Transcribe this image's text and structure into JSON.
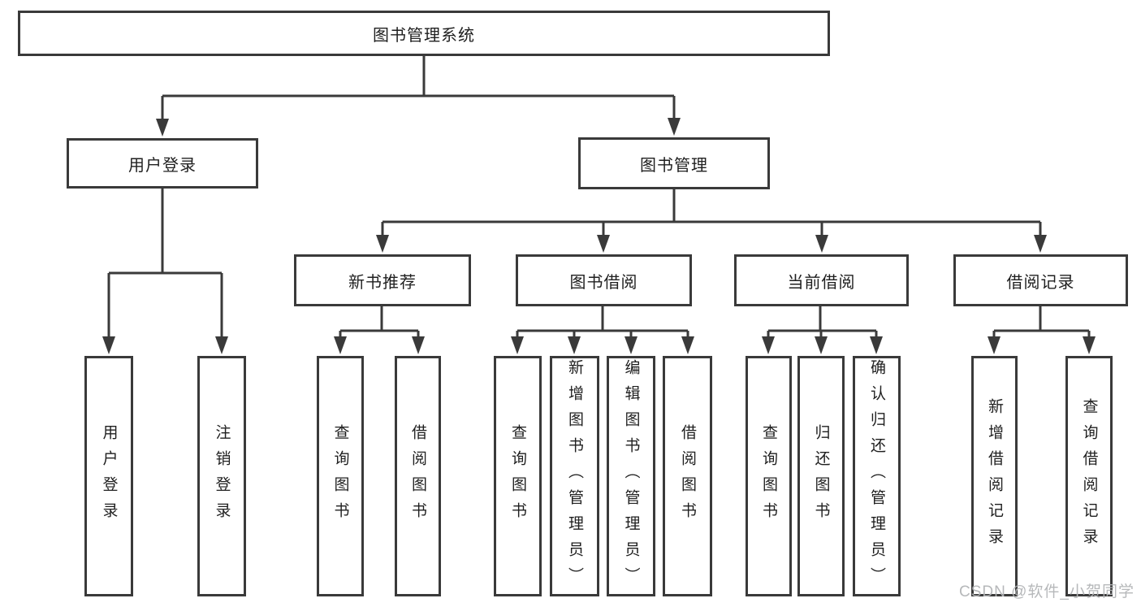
{
  "diagram": {
    "root": {
      "label": "图书管理系统"
    },
    "level2": [
      {
        "label": "用户登录"
      },
      {
        "label": "图书管理"
      }
    ],
    "level3": [
      {
        "label": "新书推荐"
      },
      {
        "label": "图书借阅"
      },
      {
        "label": "当前借阅"
      },
      {
        "label": "借阅记录"
      }
    ],
    "leaves": {
      "user_login": [
        {
          "label": "用户登录"
        },
        {
          "label": "注销登录"
        }
      ],
      "new_book": [
        {
          "label": "查询图书"
        },
        {
          "label": "借阅图书"
        }
      ],
      "book_borrow": [
        {
          "label": "查询图书"
        },
        {
          "label": "新增图书（管理员）"
        },
        {
          "label": "编辑图书（管理员）"
        },
        {
          "label": "借阅图书"
        }
      ],
      "current_borrow": [
        {
          "label": "查询图书"
        },
        {
          "label": "归还图书"
        },
        {
          "label": "确认归还（管理员）"
        }
      ],
      "borrow_records": [
        {
          "label": "新增借阅记录"
        },
        {
          "label": "查询借阅记录"
        }
      ]
    }
  },
  "watermark": {
    "text": "CSDN @软件_小贺同学"
  },
  "colors": {
    "line": "#3a3a3a",
    "box_border": "#3a3a3a",
    "box_fill": "#ffffff",
    "text": "#1f1f1f",
    "watermark": "#b3b5b7"
  }
}
